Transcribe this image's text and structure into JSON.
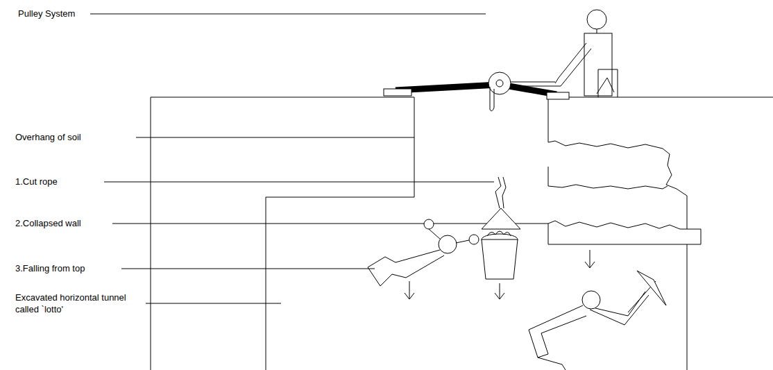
{
  "diagram": {
    "labels": [
      "Pulley System",
      "Overhang of soil",
      "1.Cut rope",
      "2.Collapsed wall",
      "3.Falling from top",
      "Excavated horizontal tunnel called `lotto'"
    ]
  }
}
